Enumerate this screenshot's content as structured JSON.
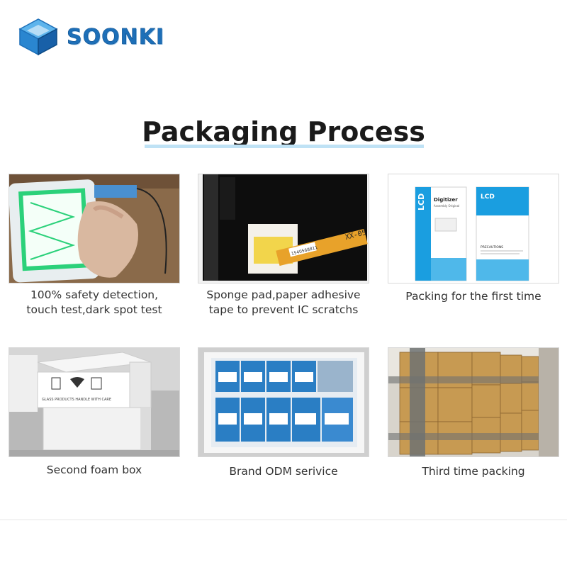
{
  "brand": {
    "name": "SOONKI",
    "primary_color": "#1d6fb8"
  },
  "title": "Packaging Process",
  "steps": [
    {
      "caption_line1": "100% safety detection,",
      "caption_line2": "touch test,dark spot test"
    },
    {
      "caption_line1": "Sponge pad,paper adhesive",
      "caption_line2": "tape to prevent IC scratchs",
      "label_1": "XX-05",
      "label_2": "1540568811"
    },
    {
      "caption_line1": "Packing for the first time",
      "label_1": "LCD",
      "label_2": "Digitizer",
      "label_3": "Assembly Original",
      "label_4": "LCD",
      "label_5": "PRECAUTIONS"
    },
    {
      "caption_line1": "Second foam box",
      "label_1": "GLASS PRODUCTS HANDLE WITH CARE"
    },
    {
      "caption_line1": "Brand ODM serivice"
    },
    {
      "caption_line1": "Third time packing"
    }
  ]
}
